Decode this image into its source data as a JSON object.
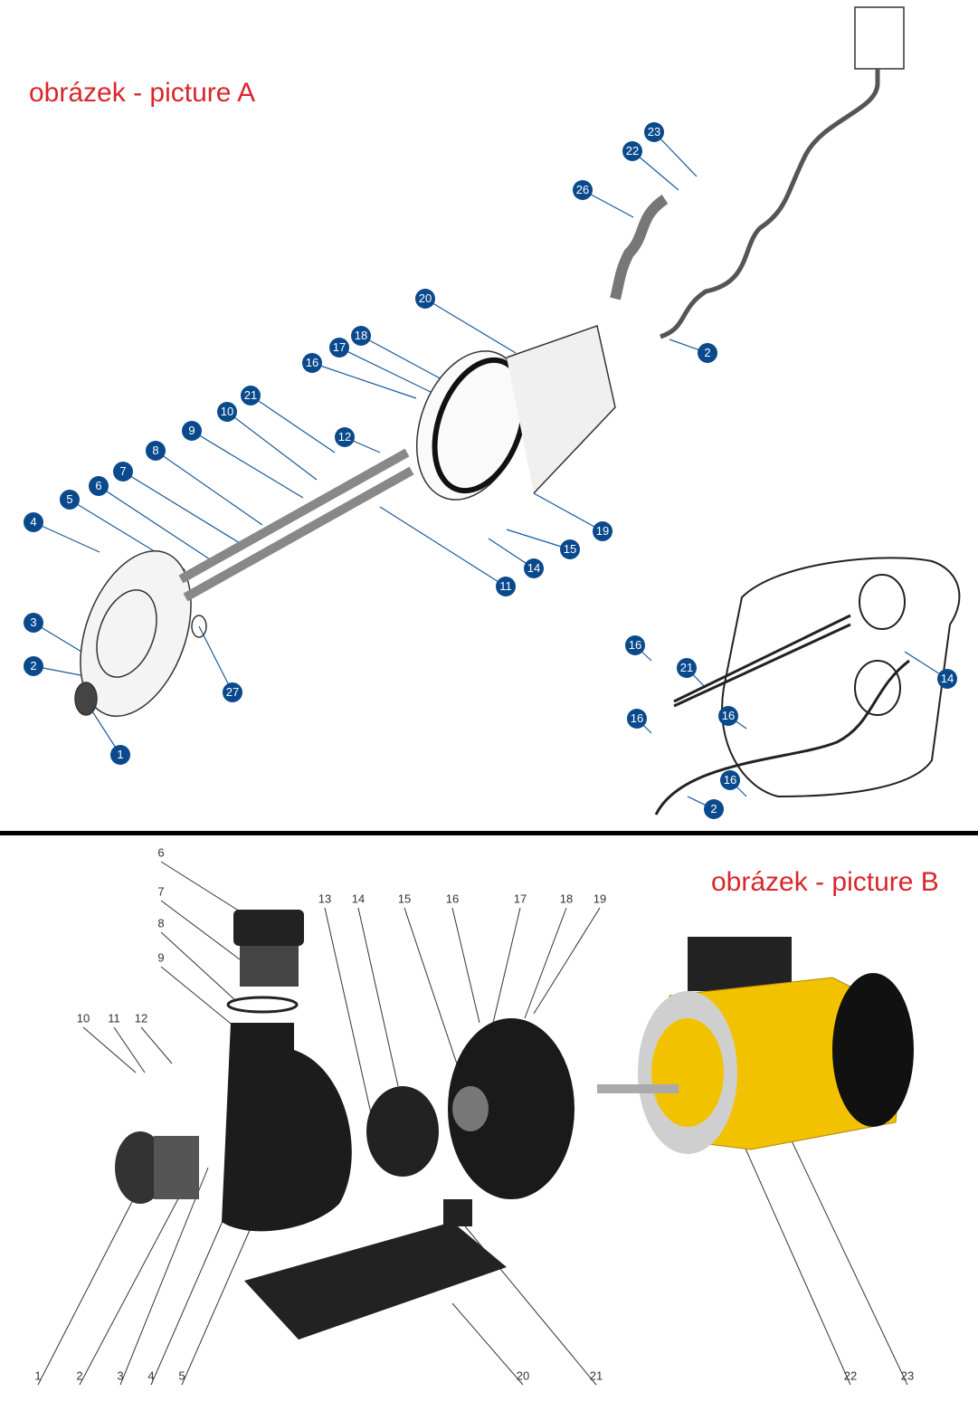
{
  "pictureA": {
    "title": "obrázek - picture A",
    "callouts": [
      "23",
      "22",
      "26",
      "20",
      "18",
      "17",
      "16",
      "21",
      "10",
      "12",
      "9",
      "8",
      "7",
      "6",
      "5",
      "4",
      "3",
      "2",
      "1",
      "27",
      "11",
      "14",
      "15",
      "19",
      "2"
    ],
    "inset_callouts": [
      "16",
      "21",
      "14",
      "16",
      "16",
      "16",
      "2"
    ]
  },
  "pictureB": {
    "title": "obrázek - picture B",
    "callouts": [
      "6",
      "7",
      "8",
      "9",
      "10",
      "11",
      "12",
      "13",
      "14",
      "15",
      "16",
      "17",
      "18",
      "19",
      "1",
      "2",
      "3",
      "4",
      "5",
      "20",
      "21",
      "22",
      "23"
    ]
  },
  "colors": {
    "title": "#d9262b",
    "badge": "#0a4a8c",
    "motor": "#f2c200",
    "divider": "#000000"
  }
}
